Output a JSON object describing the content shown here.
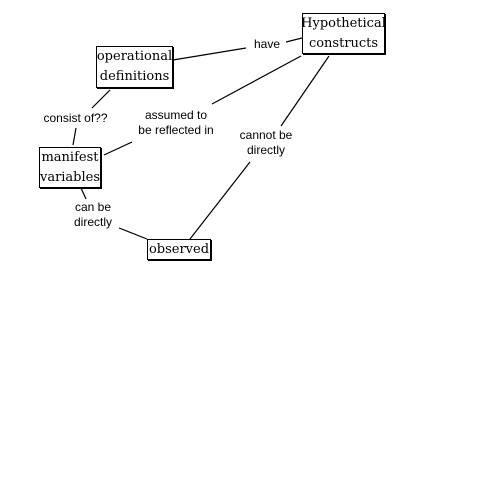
{
  "nodes": {
    "hypothetical_constructs": "Hypothetical\nconstructs",
    "operational_definitions": "operational\ndefinitions",
    "manifest_variables": "manifest\nvariables",
    "observed": "observed"
  },
  "links": {
    "have": "have",
    "consist_of": "consist of??",
    "assumed_to_be_reflected_in": "assumed to\nbe reflected in",
    "cannot_be_directly": "cannot be\ndirectly",
    "can_be_directly": "can be\ndirectly"
  }
}
